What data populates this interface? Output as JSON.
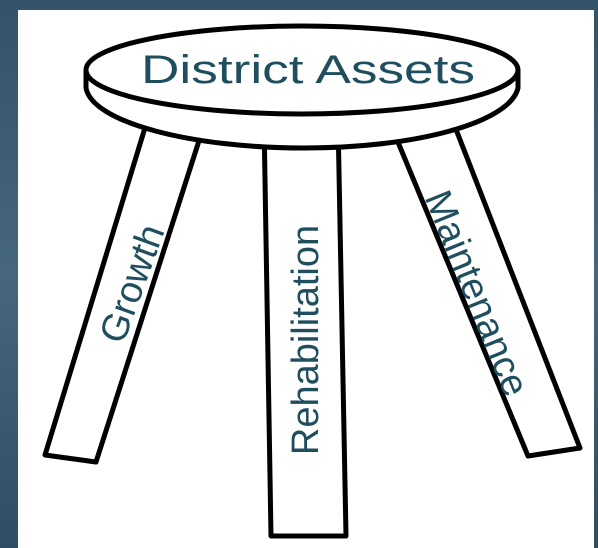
{
  "diagram": {
    "seat_label": "District Assets",
    "legs": [
      {
        "label": "Growth"
      },
      {
        "label": "Rehabilitation"
      },
      {
        "label": "Maintenance"
      }
    ]
  },
  "colors": {
    "background": "#3a5a73",
    "panel": "#ffffff",
    "text": "#1f4e5e",
    "outline": "#000000"
  }
}
